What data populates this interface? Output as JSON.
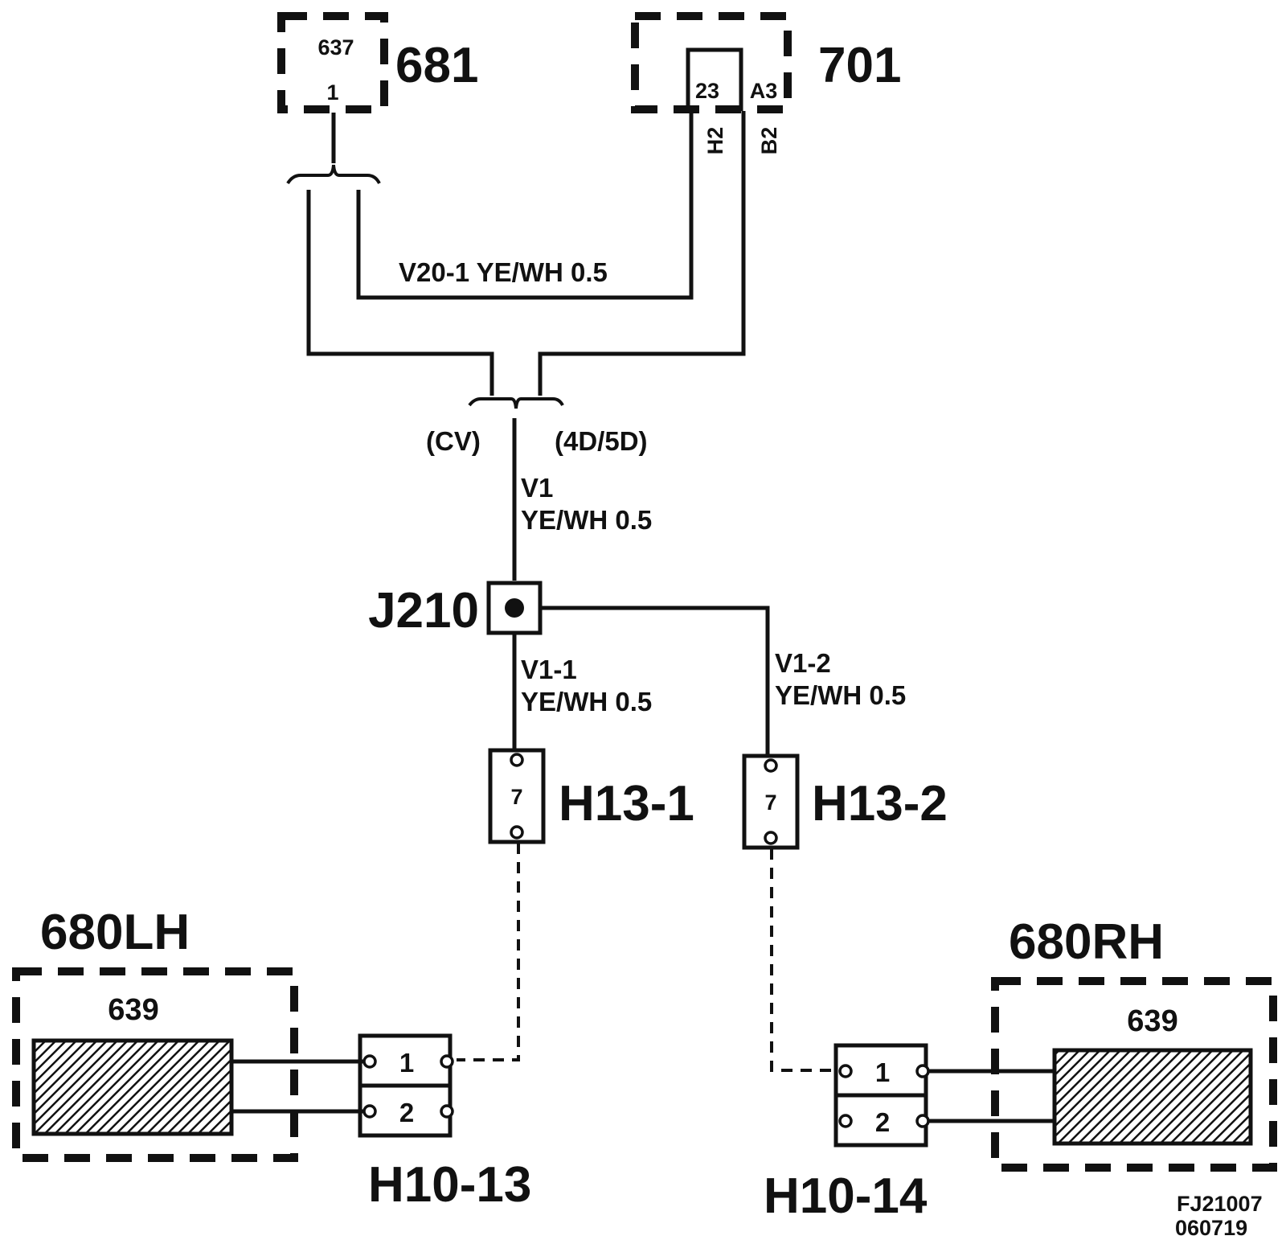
{
  "components": {
    "c681": {
      "label": "681",
      "connector": "637",
      "pin": "1"
    },
    "c701": {
      "label": "701",
      "pin_left": "23",
      "pin_right": "A3",
      "wire_left": "H2",
      "wire_right": "B2"
    },
    "lh": {
      "label": "680LH",
      "inner": "639"
    },
    "rh": {
      "label": "680RH",
      "inner": "639"
    }
  },
  "wires": {
    "v20": "V20-1  YE/WH  0.5",
    "v1_name": "V1",
    "v1_spec": "YE/WH  0.5",
    "v11_name": "V1-1",
    "v11_spec": "YE/WH  0.5",
    "v12_name": "V1-2",
    "v12_spec": "YE/WH  0.5"
  },
  "variants": {
    "left": "(CV)",
    "right": "(4D/5D)"
  },
  "splice": {
    "label": "J210"
  },
  "connectors": {
    "h13_1": {
      "label": "H13-1",
      "pin": "7"
    },
    "h13_2": {
      "label": "H13-2",
      "pin": "7"
    },
    "h10_13": {
      "label": "H10-13",
      "pin1": "1",
      "pin2": "2"
    },
    "h10_14": {
      "label": "H10-14",
      "pin1": "1",
      "pin2": "2"
    }
  },
  "footer": {
    "code": "FJ21007",
    "date": "060719"
  }
}
